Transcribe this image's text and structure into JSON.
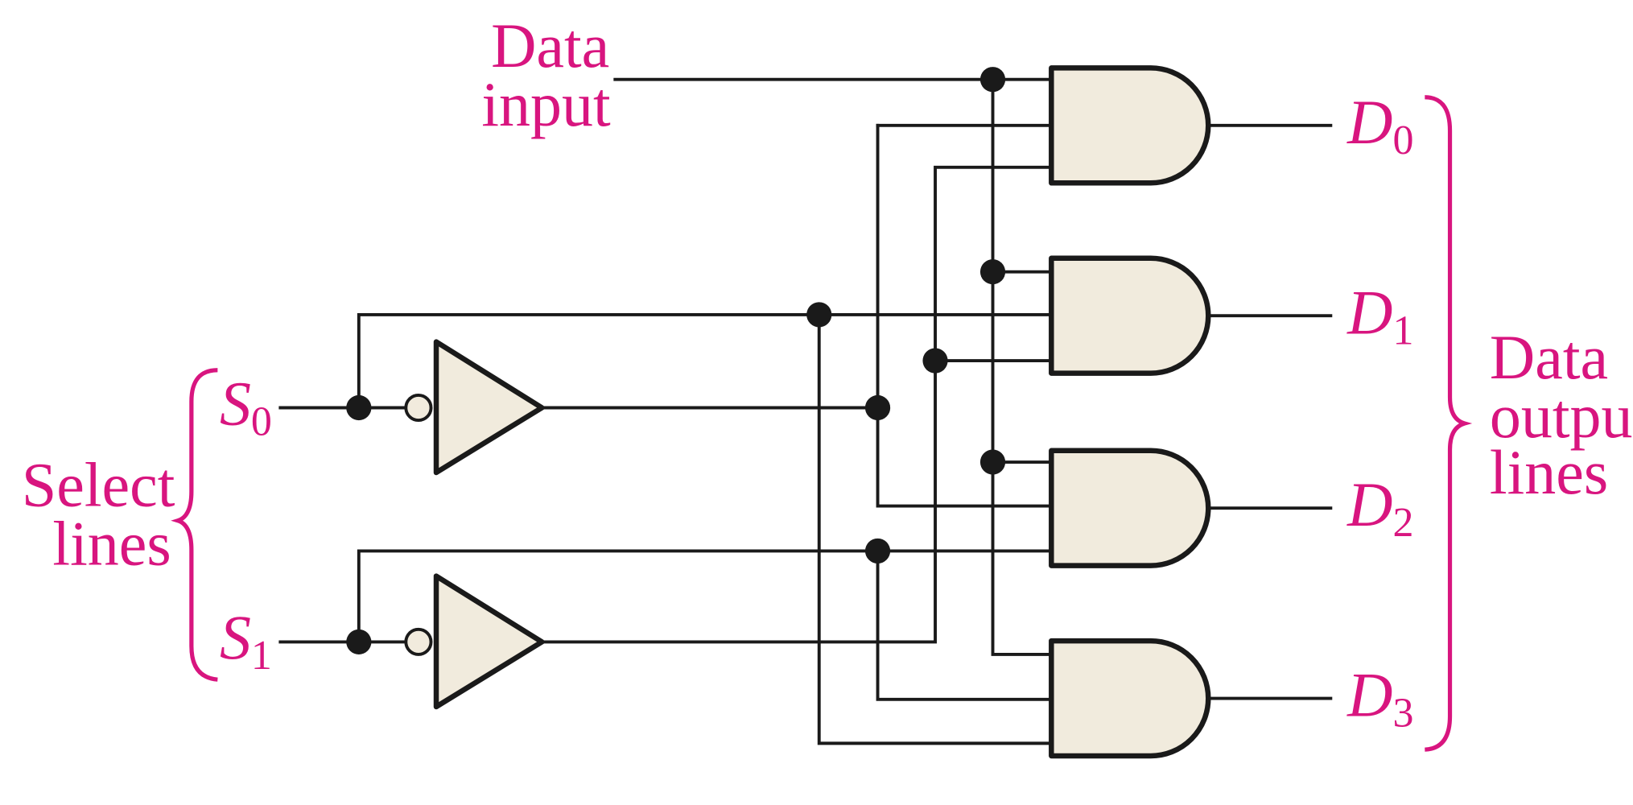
{
  "labels": {
    "data_input_line1": "Data",
    "data_input_line2": "input",
    "select_lines_line1": "Select",
    "select_lines_line2": "lines",
    "data_output_line1": "Data",
    "data_output_line2": "output",
    "data_output_line3": "lines"
  },
  "select_inputs": [
    {
      "name": "S",
      "sub": "0"
    },
    {
      "name": "S",
      "sub": "1"
    }
  ],
  "outputs": [
    {
      "name": "D",
      "sub": "0"
    },
    {
      "name": "D",
      "sub": "1"
    },
    {
      "name": "D",
      "sub": "2"
    },
    {
      "name": "D",
      "sub": "3"
    }
  ],
  "colors": {
    "label": "#d8157f",
    "gate_fill": "#f1ebdd",
    "wire": "#1a1a1a"
  },
  "components": {
    "and_gates": 4,
    "inverters": 2
  }
}
